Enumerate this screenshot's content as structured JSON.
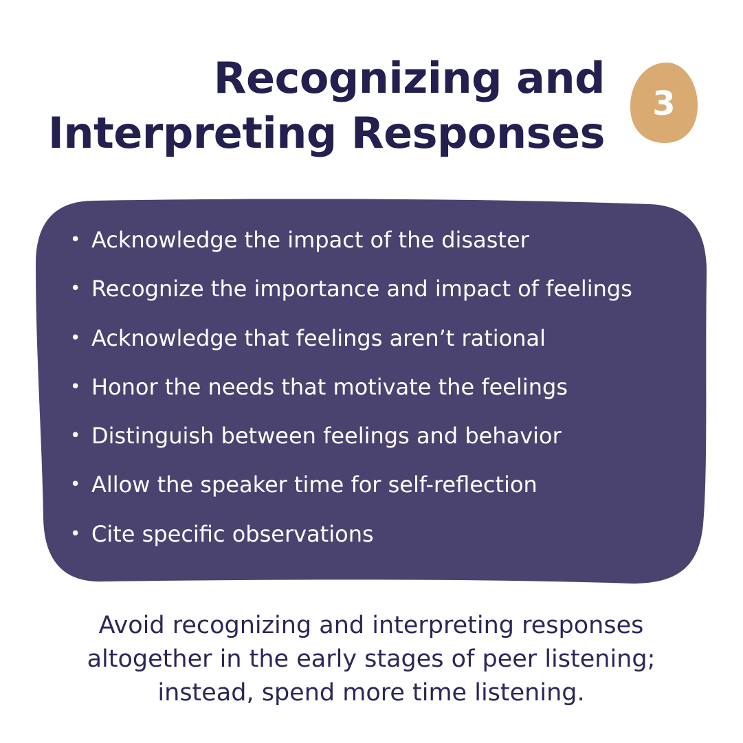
{
  "colors": {
    "title": "#23204f",
    "badge": "#d9aa72",
    "panel": "#4a4370",
    "bullet_text": "#ffffff",
    "footer_text": "#2b2758"
  },
  "header": {
    "title_line1": "Recognizing and",
    "title_line2": "Interpreting Responses",
    "step_number": "3"
  },
  "panel": {
    "items": [
      "Acknowledge the impact of the disaster",
      "Recognize the importance and impact of feelings",
      "Acknowledge that feelings aren’t rational",
      "Honor the needs that motivate the feelings",
      "Distinguish between feelings and behavior",
      "Allow the speaker time for self-reflection",
      "Cite specific observations"
    ],
    "bullet_glyph": "•"
  },
  "footer": {
    "line1": "Avoid recognizing and interpreting responses",
    "line2": "altogether in the early stages of peer listening;",
    "line3": "instead, spend more time listening."
  }
}
